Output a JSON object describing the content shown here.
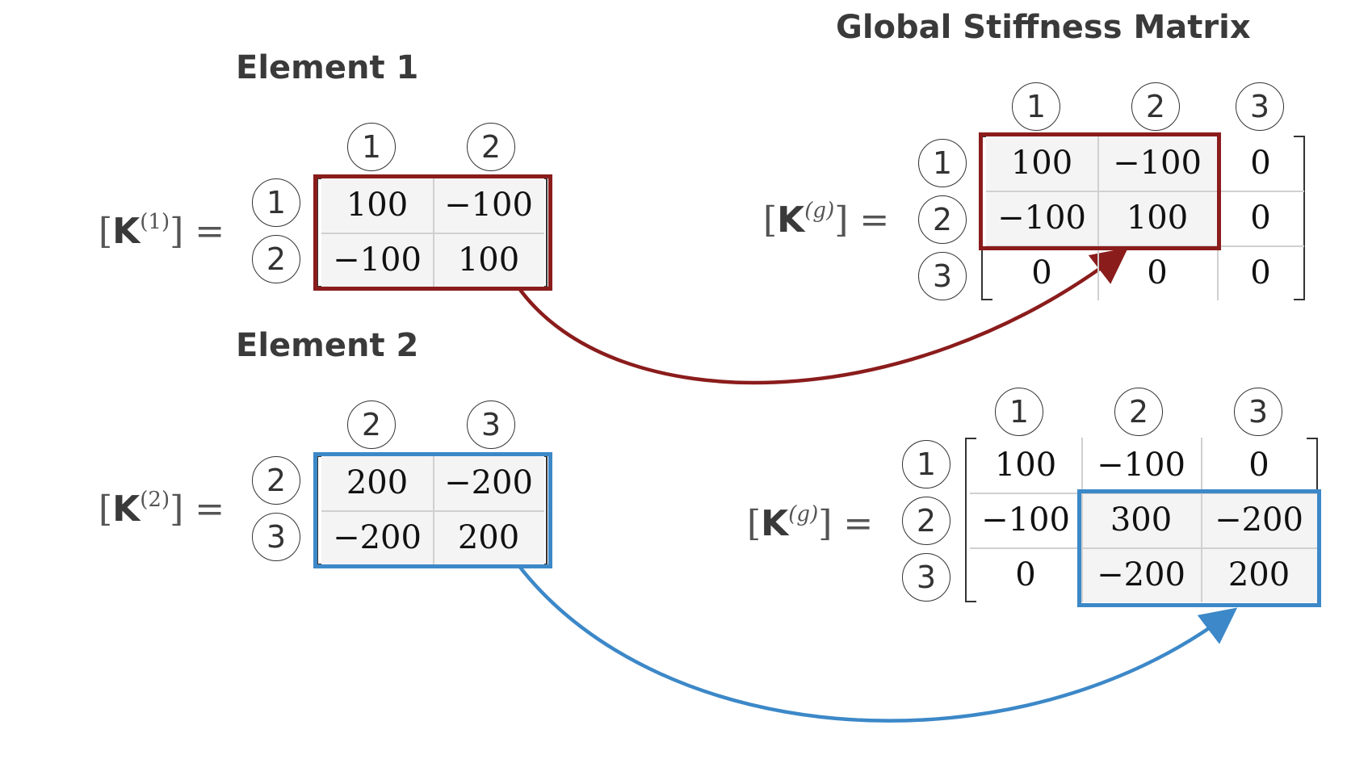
{
  "headings": {
    "global": "Global Stiffness Matrix",
    "element1": "Element 1",
    "element2": "Element 2"
  },
  "labels": {
    "k1": {
      "symbol": "K",
      "superscript": "(1)",
      "equals": "="
    },
    "k2": {
      "symbol": "K",
      "superscript": "(2)",
      "equals": "="
    },
    "kg_top": {
      "symbol": "K",
      "superscript": "(g)",
      "equals": "="
    },
    "kg_bottom": {
      "symbol": "K",
      "superscript": "(g)",
      "equals": "="
    }
  },
  "matrices": {
    "element1": {
      "col_nodes": [
        "1",
        "2"
      ],
      "row_nodes": [
        "1",
        "2"
      ],
      "rows": [
        [
          "100",
          "−100"
        ],
        [
          "−100",
          "100"
        ]
      ]
    },
    "element2": {
      "col_nodes": [
        "2",
        "3"
      ],
      "row_nodes": [
        "2",
        "3"
      ],
      "rows": [
        [
          "200",
          "−200"
        ],
        [
          "−200",
          "200"
        ]
      ]
    },
    "global_step1": {
      "col_nodes": [
        "1",
        "2",
        "3"
      ],
      "row_nodes": [
        "1",
        "2",
        "3"
      ],
      "rows": [
        [
          "100",
          "−100",
          "0"
        ],
        [
          "−100",
          "100",
          "0"
        ],
        [
          "0",
          "0",
          "0"
        ]
      ]
    },
    "global_step2": {
      "col_nodes": [
        "1",
        "2",
        "3"
      ],
      "row_nodes": [
        "1",
        "2",
        "3"
      ],
      "rows": [
        [
          "100",
          "−100",
          "0"
        ],
        [
          "−100",
          "300",
          "−200"
        ],
        [
          "0",
          "−200",
          "200"
        ]
      ]
    }
  },
  "colors": {
    "element1_highlight": "#8b1c1c",
    "element2_highlight": "#3c88c8",
    "text": "#333333"
  }
}
